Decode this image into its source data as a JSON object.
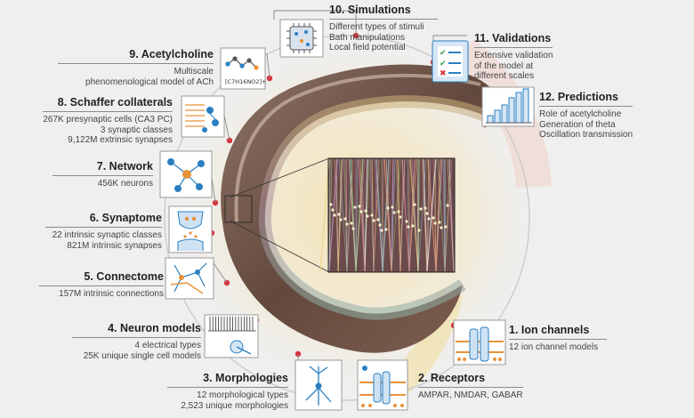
{
  "items": [
    {
      "title": "10. Simulations",
      "lines": [
        "Different types of stimuli",
        "Bath manipulations",
        "Local field potential"
      ],
      "icon": "cpu-icon"
    },
    {
      "title": "11. Validations",
      "lines": [
        "Extensive validation",
        "of the model at",
        "different scales"
      ],
      "icon": "checklist-icon"
    },
    {
      "title": "12. Predictions",
      "lines": [
        "Role of acetylcholine",
        "Generation of theta",
        "Oscillation transmission"
      ],
      "icon": "bar-chart-icon"
    },
    {
      "title": "9. Acetylcholine",
      "lines": [
        "Multiscale",
        "phenomenological model of ACh"
      ],
      "icon": "molecule-icon"
    },
    {
      "title": "8. Schaffer collaterals",
      "lines": [
        "267K presynaptic cells (CA3 PC)",
        "3 synaptic classes",
        "9,122M extrinsic synapses"
      ],
      "icon": "projection-icon"
    },
    {
      "title": "7. Network",
      "lines": [
        "456K neurons"
      ],
      "icon": "network-icon"
    },
    {
      "title": "6. Synaptome",
      "lines": [
        "22 intrinsic synaptic classes",
        "821M intrinsic synapses"
      ],
      "icon": "synapse-icon"
    },
    {
      "title": "5. Connectome",
      "lines": [
        "157M intrinsic connections"
      ],
      "icon": "connectome-icon"
    },
    {
      "title": "4. Neuron models",
      "lines": [
        "4 electrical types",
        "25K unique single cell models"
      ],
      "icon": "spike-train-icon"
    },
    {
      "title": "3. Morphologies",
      "lines": [
        "12 morphological types",
        "2,523 unique morphologies"
      ],
      "icon": "neuron-morphology-icon"
    },
    {
      "title": "2. Receptors",
      "lines": [
        "AMPAR, NMDAR, GABAR"
      ],
      "icon": "receptor-icon"
    },
    {
      "title": "1. Ion channels",
      "lines": [
        "12 ion channel models"
      ],
      "icon": "ion-channel-icon"
    }
  ],
  "molecule_formula": "[C7H16NO2]+",
  "colors": {
    "accent": "#d7333b",
    "icon_blue": "#2a7fc0",
    "icon_orange": "#e8923a",
    "halo": "#f2dfa8",
    "tissue": "#6b4a3a"
  }
}
